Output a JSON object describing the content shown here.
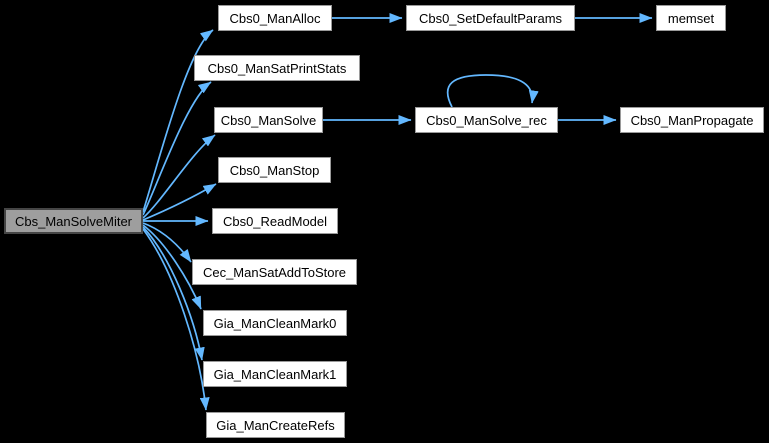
{
  "diagram": {
    "type": "call-graph",
    "nodes": [
      {
        "id": "Cbs_ManSolveMiter",
        "label": "Cbs_ManSolveMiter",
        "role": "current"
      },
      {
        "id": "Cbs0_ManAlloc",
        "label": "Cbs0_ManAlloc",
        "role": "callee"
      },
      {
        "id": "Cbs0_SetDefaultParams",
        "label": "Cbs0_SetDefaultParams",
        "role": "callee"
      },
      {
        "id": "memset",
        "label": "memset",
        "role": "callee"
      },
      {
        "id": "Cbs0_ManSatPrintStats",
        "label": "Cbs0_ManSatPrintStats",
        "role": "callee"
      },
      {
        "id": "Cbs0_ManSolve",
        "label": "Cbs0_ManSolve",
        "role": "callee"
      },
      {
        "id": "Cbs0_ManSolve_rec",
        "label": "Cbs0_ManSolve_rec",
        "role": "callee"
      },
      {
        "id": "Cbs0_ManPropagate",
        "label": "Cbs0_ManPropagate",
        "role": "callee"
      },
      {
        "id": "Cbs0_ManStop",
        "label": "Cbs0_ManStop",
        "role": "callee"
      },
      {
        "id": "Cbs0_ReadModel",
        "label": "Cbs0_ReadModel",
        "role": "callee"
      },
      {
        "id": "Cec_ManSatAddToStore",
        "label": "Cec_ManSatAddToStore",
        "role": "callee"
      },
      {
        "id": "Gia_ManCleanMark0",
        "label": "Gia_ManCleanMark0",
        "role": "callee"
      },
      {
        "id": "Gia_ManCleanMark1",
        "label": "Gia_ManCleanMark1",
        "role": "callee"
      },
      {
        "id": "Gia_ManCreateRefs",
        "label": "Gia_ManCreateRefs",
        "role": "callee"
      }
    ],
    "edges": [
      {
        "from": "Cbs_ManSolveMiter",
        "to": "Cbs0_ManAlloc"
      },
      {
        "from": "Cbs_ManSolveMiter",
        "to": "Cbs0_ManSatPrintStats"
      },
      {
        "from": "Cbs_ManSolveMiter",
        "to": "Cbs0_ManSolve"
      },
      {
        "from": "Cbs_ManSolveMiter",
        "to": "Cbs0_ManStop"
      },
      {
        "from": "Cbs_ManSolveMiter",
        "to": "Cbs0_ReadModel"
      },
      {
        "from": "Cbs_ManSolveMiter",
        "to": "Cec_ManSatAddToStore"
      },
      {
        "from": "Cbs_ManSolveMiter",
        "to": "Gia_ManCleanMark0"
      },
      {
        "from": "Cbs_ManSolveMiter",
        "to": "Gia_ManCleanMark1"
      },
      {
        "from": "Cbs_ManSolveMiter",
        "to": "Gia_ManCreateRefs"
      },
      {
        "from": "Cbs0_ManAlloc",
        "to": "Cbs0_SetDefaultParams"
      },
      {
        "from": "Cbs0_SetDefaultParams",
        "to": "memset"
      },
      {
        "from": "Cbs0_ManSolve",
        "to": "Cbs0_ManSolve_rec"
      },
      {
        "from": "Cbs0_ManSolve_rec",
        "to": "Cbs0_ManSolve_rec"
      },
      {
        "from": "Cbs0_ManSolve_rec",
        "to": "Cbs0_ManPropagate"
      }
    ]
  },
  "colors": {
    "background": "#000000",
    "edge": "#63b8ff",
    "node_fill": "#ffffff",
    "node_border": "#9a9a9a",
    "node_text": "#000000",
    "current_fill": "#9e9e9e",
    "current_border": "#454545"
  }
}
